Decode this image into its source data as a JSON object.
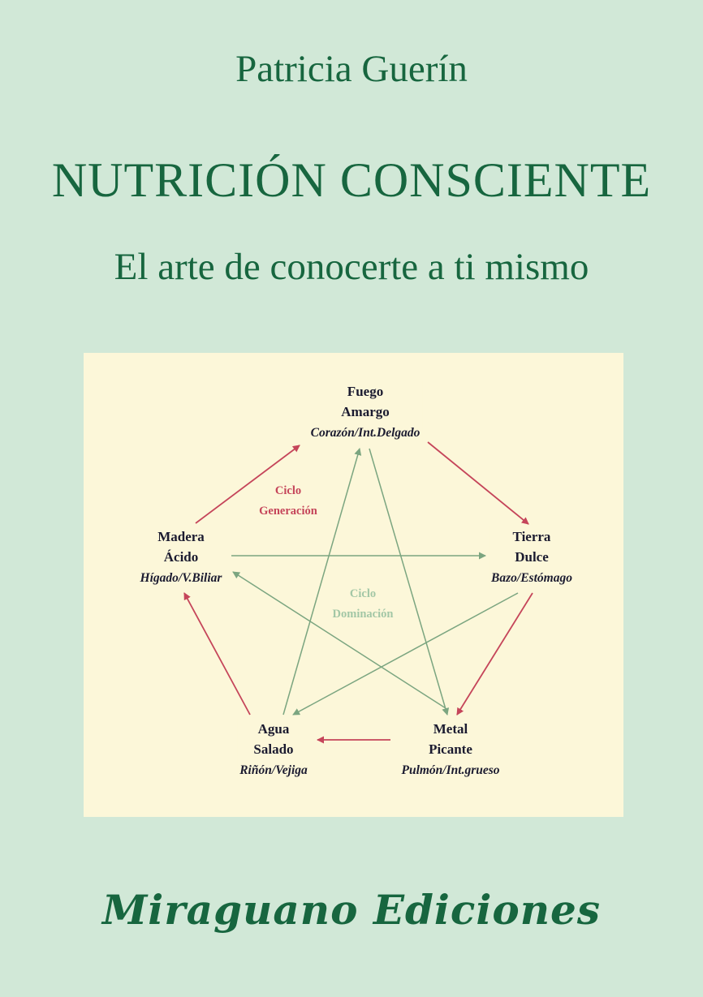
{
  "cover": {
    "author": "Patricia Guerín",
    "title": "NUTRICIÓN CONSCIENTE",
    "subtitle": "El arte de conocerte a ti mismo",
    "publisher": "Miraguano Ediciones"
  },
  "diagram": {
    "generation_label": {
      "line1": "Ciclo",
      "line2": "Generación"
    },
    "domination_label": {
      "line1": "Ciclo",
      "line2": "Dominación"
    },
    "nodes": {
      "fuego": {
        "element": "Fuego",
        "flavor": "Amargo",
        "organs": "Corazón/Int.Delgado"
      },
      "tierra": {
        "element": "Tierra",
        "flavor": "Dulce",
        "organs": "Bazo/Estómago"
      },
      "metal": {
        "element": "Metal",
        "flavor": "Picante",
        "organs": "Pulmón/Int.grueso"
      },
      "agua": {
        "element": "Agua",
        "flavor": "Salado",
        "organs": "Riñón/Vejiga"
      },
      "madera": {
        "element": "Madera",
        "flavor": "Ácido",
        "organs": "Hígado/V.Biliar"
      }
    },
    "generation_cycle_arrows": [
      "Madera→Fuego",
      "Fuego→Tierra",
      "Tierra→Metal",
      "Metal→Agua",
      "Agua→Madera"
    ],
    "domination_cycle_arrows": [
      "Madera→Tierra",
      "Tierra→Agua",
      "Agua→Fuego",
      "Fuego→Metal",
      "Metal→Madera"
    ],
    "colors": {
      "page_background": "#d1e8d7",
      "panel_background": "#fcf7d9",
      "title_green": "#17663f",
      "generation_red": "#c5455a",
      "domination_green": "#7ba580",
      "node_text": "#1b1b30"
    }
  }
}
